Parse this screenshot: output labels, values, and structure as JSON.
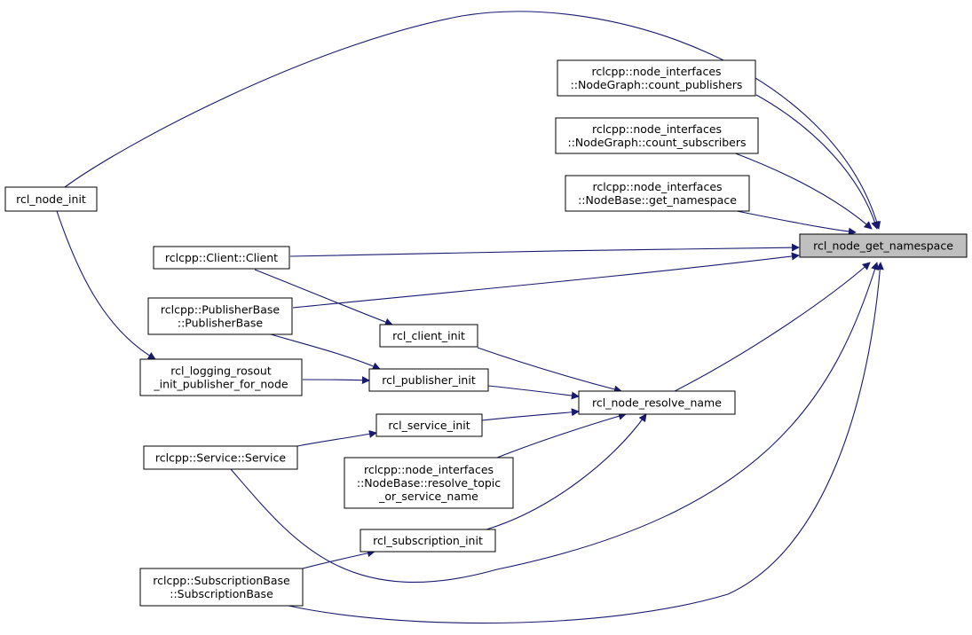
{
  "graph": {
    "focus": "rcl_node_get_namespace",
    "arrow_color": "#191970",
    "nodes": {
      "rcl_node_get_namespace": [
        "rcl_node_get_namespace"
      ],
      "rcl_node_init": [
        "rcl_node_init"
      ],
      "ng_count_publishers": [
        "rclcpp::node_interfaces",
        "::NodeGraph::count_publishers"
      ],
      "ng_count_subscribers": [
        "rclcpp::node_interfaces",
        "::NodeGraph::count_subscribers"
      ],
      "nb_get_namespace": [
        "rclcpp::node_interfaces",
        "::NodeBase::get_namespace"
      ],
      "client_client": [
        "rclcpp::Client::Client"
      ],
      "publisherbase": [
        "rclcpp::PublisherBase",
        "::PublisherBase"
      ],
      "rcl_client_init": [
        "rcl_client_init"
      ],
      "rcl_logging_rosout": [
        "rcl_logging_rosout",
        "_init_publisher_for_node"
      ],
      "rcl_publisher_init": [
        "rcl_publisher_init"
      ],
      "rcl_node_resolve_name": [
        "rcl_node_resolve_name"
      ],
      "rcl_service_init": [
        "rcl_service_init"
      ],
      "service_service": [
        "rclcpp::Service::Service"
      ],
      "nb_resolve_topic": [
        "rclcpp::node_interfaces",
        "::NodeBase::resolve_topic",
        "_or_service_name"
      ],
      "rcl_subscription_init": [
        "rcl_subscription_init"
      ],
      "subscriptionbase": [
        "rclcpp::SubscriptionBase",
        "::SubscriptionBase"
      ]
    },
    "edges": [
      [
        "rcl_node_init",
        "rcl_node_get_namespace"
      ],
      [
        "ng_count_publishers",
        "rcl_node_get_namespace"
      ],
      [
        "ng_count_subscribers",
        "rcl_node_get_namespace"
      ],
      [
        "nb_get_namespace",
        "rcl_node_get_namespace"
      ],
      [
        "client_client",
        "rcl_node_get_namespace"
      ],
      [
        "publisherbase",
        "rcl_node_get_namespace"
      ],
      [
        "rcl_node_resolve_name",
        "rcl_node_get_namespace"
      ],
      [
        "service_service",
        "rcl_node_get_namespace"
      ],
      [
        "subscriptionbase",
        "rcl_node_get_namespace"
      ],
      [
        "rcl_node_init",
        "rcl_logging_rosout"
      ],
      [
        "client_client",
        "rcl_client_init"
      ],
      [
        "publisherbase",
        "rcl_publisher_init"
      ],
      [
        "rcl_logging_rosout",
        "rcl_publisher_init"
      ],
      [
        "service_service",
        "rcl_service_init"
      ],
      [
        "subscriptionbase",
        "rcl_subscription_init"
      ],
      [
        "rcl_client_init",
        "rcl_node_resolve_name"
      ],
      [
        "rcl_publisher_init",
        "rcl_node_resolve_name"
      ],
      [
        "rcl_service_init",
        "rcl_node_resolve_name"
      ],
      [
        "nb_resolve_topic",
        "rcl_node_resolve_name"
      ],
      [
        "rcl_subscription_init",
        "rcl_node_resolve_name"
      ]
    ]
  }
}
